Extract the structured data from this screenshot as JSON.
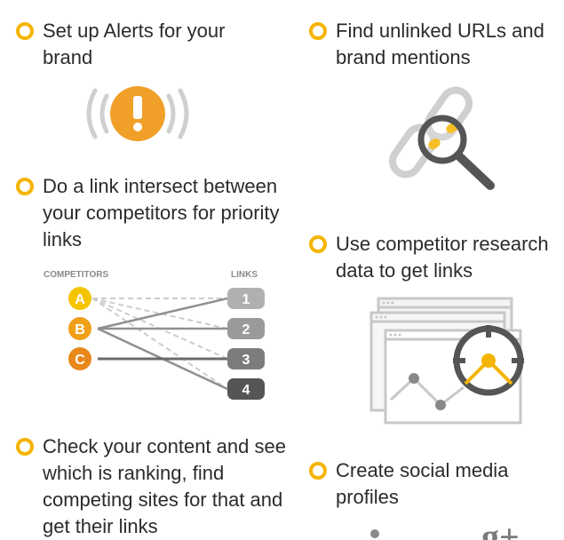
{
  "items": [
    {
      "text": "Set up Alerts for your brand"
    },
    {
      "text": "Do a link intersect between your competitors for priority links"
    },
    {
      "text": "Check your content and see which is ranking, find competing sites for that and get their links"
    },
    {
      "text": "Find unlinked URLs and brand mentions"
    },
    {
      "text": "Use competitor research data to get links"
    },
    {
      "text": "Create social media profiles"
    }
  ],
  "intersect": {
    "competitors_label": "COMPETITORS",
    "links_label": "LINKS",
    "competitors": [
      "A",
      "B",
      "C"
    ],
    "links": [
      "1",
      "2",
      "3",
      "4"
    ]
  },
  "social": {
    "gplus_glyph": "g+"
  },
  "icons": {
    "alert": "alert-exclamation-icon",
    "unlinked": "broken-link-magnifier-icon",
    "competitor": "browser-target-chart-icon",
    "social": "google-plus-icon"
  },
  "colors": {
    "accent": "#f5b400",
    "orange": "#ef9a1a",
    "gray": "#9a9a9a",
    "dark_gray": "#5b5b5b"
  }
}
